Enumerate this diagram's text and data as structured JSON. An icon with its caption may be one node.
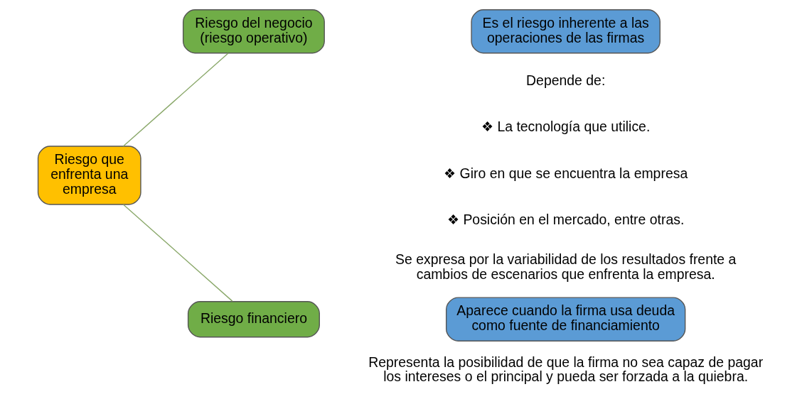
{
  "diagram": {
    "nodes": [
      {
        "text": [
          "Riesgo que enfrenta una empresa"
        ]
      },
      {
        "text": [
          "Riesgo del negocio (riesgo operativo)"
        ]
      },
      {
        "text": [
          "Es el riesgo inherente a las operaciones de las firmas"
        ]
      },
      {
        "text": [
          "Riesgo financiero"
        ]
      },
      {
        "text": [
          "Aparece cuando la firma usa deuda como fuente de financiamiento"
        ]
      }
    ],
    "edges": [
      {
        "from": 0,
        "to": 1,
        "arrow": "none"
      },
      {
        "from": 0,
        "to": 3,
        "arrow": "none"
      }
    ],
    "labels": [
      "Depende de:",
      "❖ La tecnología que utilice.",
      "❖ Giro en que se encuentra la empresa",
      "❖ Posición en el mercado, entre otras.",
      "Se expresa por la variabilidad de los resultados frente a cambios de escenarios que enfrenta la empresa.",
      "Representa la posibilidad de que la firma no sea capaz de pagar los intereses o el principal y pueda ser forzada a la quiebra."
    ]
  }
}
